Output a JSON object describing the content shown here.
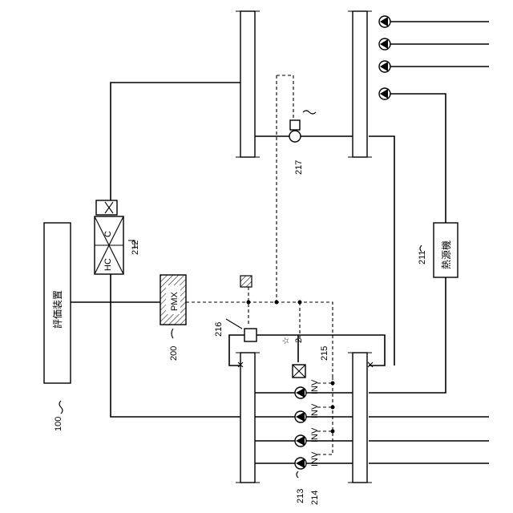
{
  "labels": {
    "eval_device": "評価装置",
    "heat_source": "熱源機",
    "pmx": "PMX",
    "coil_c": "C",
    "coil_hc": "HC",
    "inv": "INV",
    "star": "☆",
    "two": "2"
  },
  "refs": {
    "r100": "100",
    "r200": "200",
    "r211": "211",
    "r212": "212",
    "r213": "213",
    "r214": "214",
    "r215": "215",
    "r216": "216",
    "r217": "217"
  }
}
